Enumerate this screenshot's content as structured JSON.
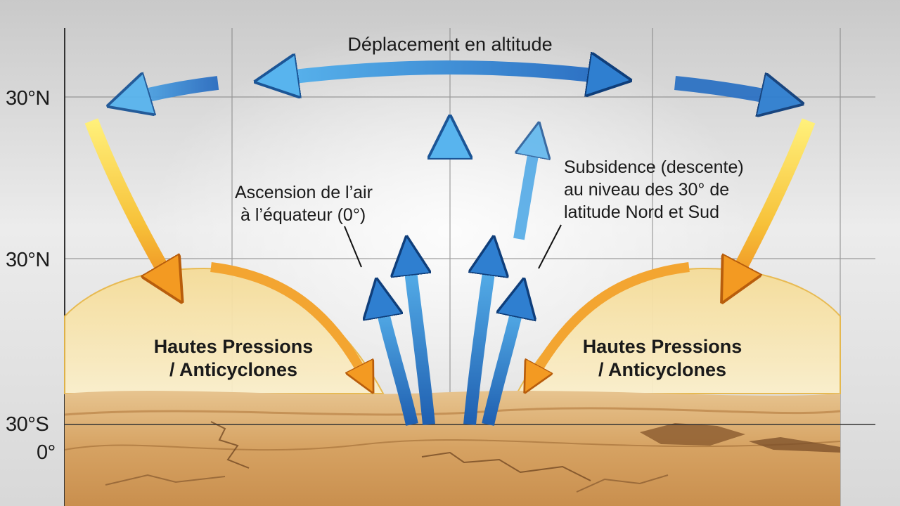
{
  "diagram": {
    "title": "Déplacement en altitude",
    "latitude_labels": [
      "30°N",
      "30°N",
      "30°S",
      "0°"
    ],
    "ascension_label": [
      "Ascension de l’air",
      "à l’équateur (0°)"
    ],
    "subsidence_label": [
      "Subsidence (descente)",
      "au niveau des 30° de",
      "latitude Nord et Sud"
    ],
    "high_pressure_left": [
      "Hautes Pressions",
      "/ Anticyclones"
    ],
    "high_pressure_right": [
      "Hautes Pressions",
      "/ Anticyclones"
    ]
  },
  "colors": {
    "background": "#d6d6d6",
    "rising_air_blue": "#2f7fd0",
    "upper_air_blue": "#3d8fdc",
    "descending_air_yellow": "#f7c94a",
    "descending_air_orange": "#ee8a1e",
    "high_pressure_zone": "#f7e3a6",
    "desert_sand": "#d9a766"
  }
}
